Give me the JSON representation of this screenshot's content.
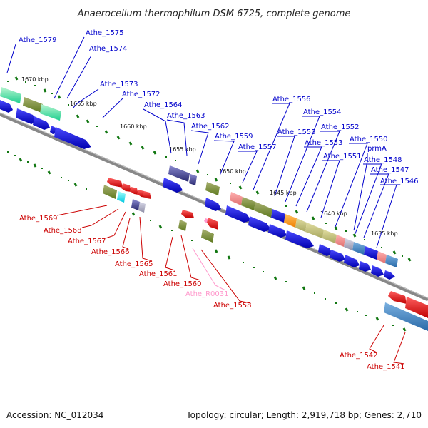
{
  "title": "Anaerocellum thermophilum DSM 6725, complete genome",
  "accession": "Accession: NC_012034",
  "topology": "Topology: circular; Length: 2,919,718 bp; Genes: 2,710",
  "kbp_labels": [
    "1670 kbp",
    "1665 kbp",
    "1660 kbp",
    "1655 kbp",
    "1650 kbp",
    "1645 kbp",
    "1640 kbp",
    "1635 kbp"
  ],
  "genes_top": [
    "Athe_1579",
    "Athe_1575",
    "Athe_1574",
    "Athe_1573",
    "Athe_1572",
    "Athe_1564",
    "Athe_1563",
    "Athe_1562",
    "Athe_1559",
    "Athe_1557",
    "Athe_1556",
    "Athe_1555",
    "Athe_1554",
    "Athe_1553",
    "Athe_1552",
    "Athe_1551",
    "Athe_1550",
    "prmA",
    "Athe_1548",
    "Athe_1547",
    "Athe_1546"
  ],
  "genes_bottom": [
    "Athe_1569",
    "Athe_1568",
    "Athe_1567",
    "Athe_1566",
    "Athe_1565",
    "Athe_1561",
    "Athe_1560",
    "Athe_R0031",
    "Athe_1558",
    "Athe_1542",
    "Athe_1541"
  ],
  "colors": {
    "forward": "#0000dd",
    "reverse": "#ee0000",
    "rna": "#ff99cc",
    "backbone": "#888888",
    "tick": "#117711"
  }
}
